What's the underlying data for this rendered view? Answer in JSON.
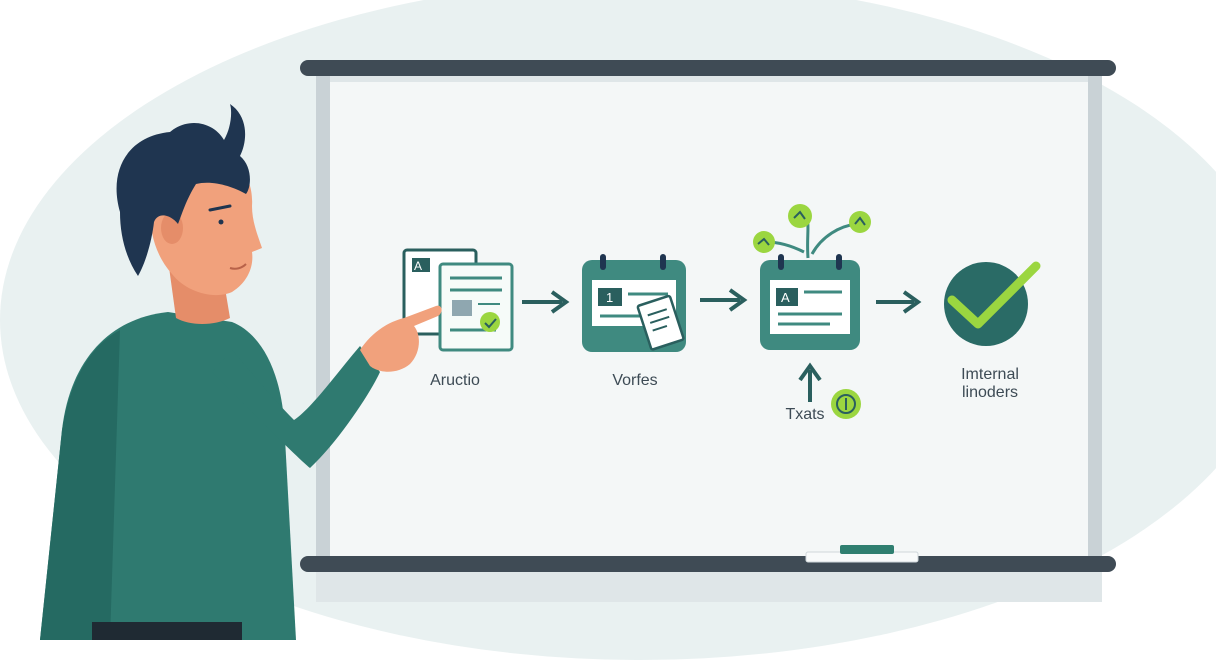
{
  "flow": {
    "steps": [
      {
        "label": "Aructio",
        "icon": "documents-icon"
      },
      {
        "label": "Vorfes",
        "icon": "calendar-note-icon"
      },
      {
        "label": "Txats",
        "icon": "calendar-plant-icon"
      },
      {
        "label": "Imternal\nlinoders",
        "icon": "checkmark-icon"
      }
    ],
    "doc_letter": "A",
    "calendar_number": "1",
    "calendar_letter": "A"
  },
  "colors": {
    "teal": "#3f8a80",
    "dark_teal": "#2a5f5e",
    "navy": "#1f3550",
    "lime": "#9bd640",
    "board_frame": "#3f4b55",
    "board_surface": "#f3f6f6",
    "shirt": "#2f7a70",
    "skin": "#f1a17c"
  }
}
